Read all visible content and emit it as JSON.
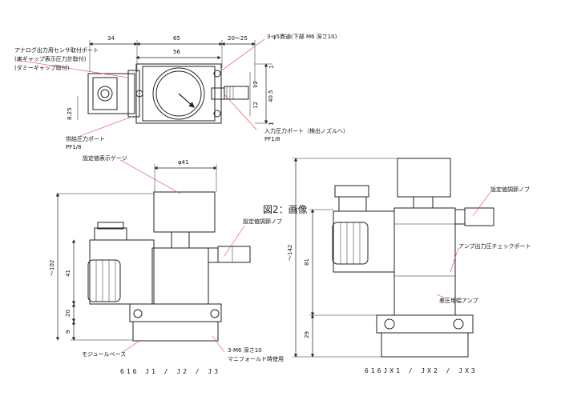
{
  "title": "図2：画像",
  "views": {
    "top": {
      "dims": {
        "d34": "34",
        "d65": "65",
        "d20_25": "20～25",
        "d56": "56",
        "d40_5": "40.5",
        "d12a": "12",
        "d12b": "12",
        "d1a": "1",
        "d1b": "1",
        "d8_25": "8.25"
      },
      "callouts": {
        "analog_port": "アナログ出力用センサ取付ポート",
        "analog_port_sub1": "(実ギャップ表示圧力計取付)",
        "analog_port_sub2": "(ダミーギャップ取付)",
        "supply_port": "供給圧力ポート",
        "supply_thread": "PF1/8",
        "through_hole": "3-φ5貫通(下部 M6 深さ10)",
        "input_port": "入力圧力ポート（検出ノズルへ）",
        "input_thread": "PF1/8"
      }
    },
    "left": {
      "dims": {
        "d41dia": "φ41",
        "d102": "～102",
        "d41": "41",
        "d20": "20",
        "d9": "9"
      },
      "callouts": {
        "gauge": "設定値表示ゲージ",
        "adjust": "設定値調節ノブ",
        "module_base": "モジュールベース",
        "m6": "3-M6 深さ10",
        "manifold": "マニフォールド時使用"
      },
      "model": "616 J1 / J2 / J3"
    },
    "right": {
      "dims": {
        "d142": "～142",
        "d81": "81",
        "d29": "29"
      },
      "callouts": {
        "adjust": "設定値調節ノブ",
        "check_port": "アンプ出力圧チェックポート",
        "amp": "差圧増幅アンプ"
      },
      "model": "616JX1 / JX2 / JX3"
    }
  }
}
